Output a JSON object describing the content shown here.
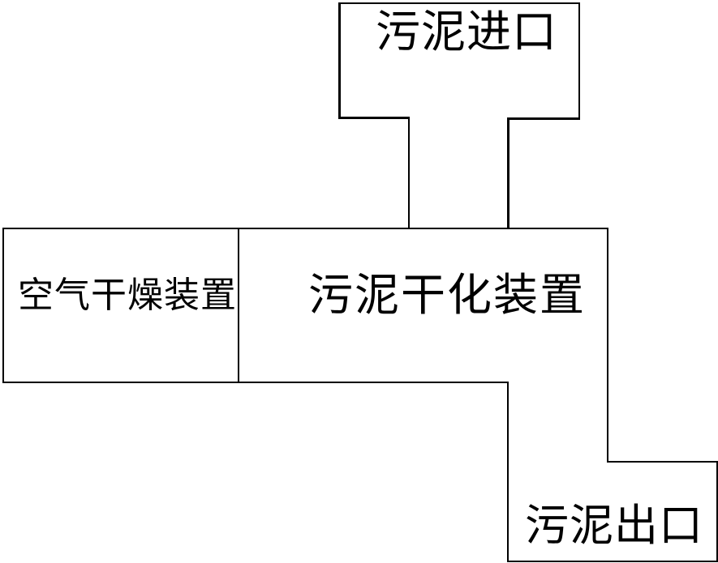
{
  "figure": {
    "type": "block-flow-diagram",
    "background_color": "#ffffff",
    "line_color": "#000000",
    "nodes": [
      {
        "id": "sludge-inlet",
        "label": "污泥进口"
      },
      {
        "id": "air-drying-device",
        "label": "空气干燥装置"
      },
      {
        "id": "sludge-drying-device",
        "label": "污泥干化装置"
      },
      {
        "id": "sludge-outlet",
        "label": "污泥出口"
      }
    ],
    "connections": [
      {
        "from": "sludge-inlet",
        "to": "sludge-drying-device",
        "style": "open-channel"
      },
      {
        "from": "air-drying-device",
        "to": "sludge-drying-device",
        "style": "shared-wall"
      },
      {
        "from": "sludge-drying-device",
        "to": "sludge-outlet",
        "style": "open-channel"
      }
    ]
  }
}
